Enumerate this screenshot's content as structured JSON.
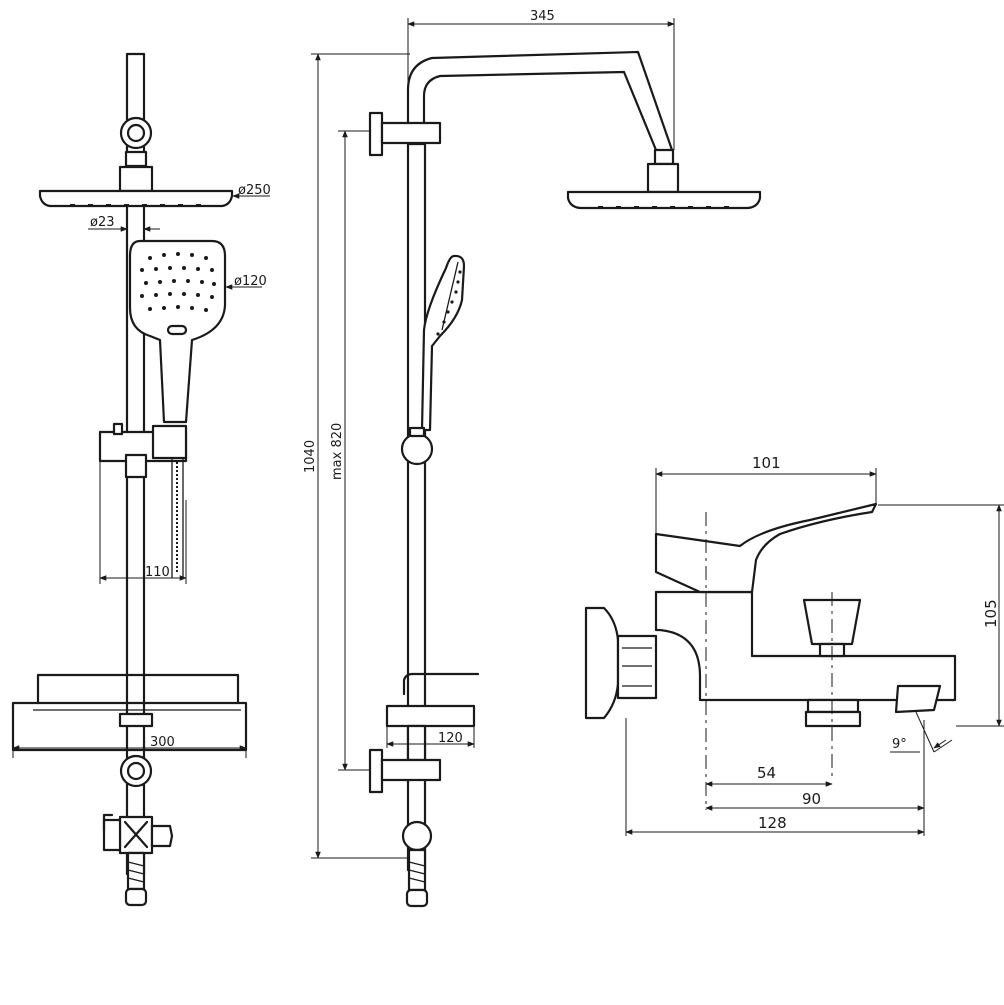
{
  "dimensions": {
    "head_diameter": "ø250",
    "arm_diameter": "ø23",
    "hand_diameter": "ø120",
    "hose_offset": "110",
    "shelf_width": "300",
    "arm_length": "345",
    "total_height": "1040",
    "rail_height": "max 820",
    "diverter_width": "120",
    "spout_top": "101",
    "spout_height": "105",
    "spout_a": "54",
    "spout_b": "90",
    "spout_c": "128",
    "spout_angle": "9°"
  },
  "colors": {
    "line": "#1a1a1a",
    "background": "#ffffff"
  }
}
